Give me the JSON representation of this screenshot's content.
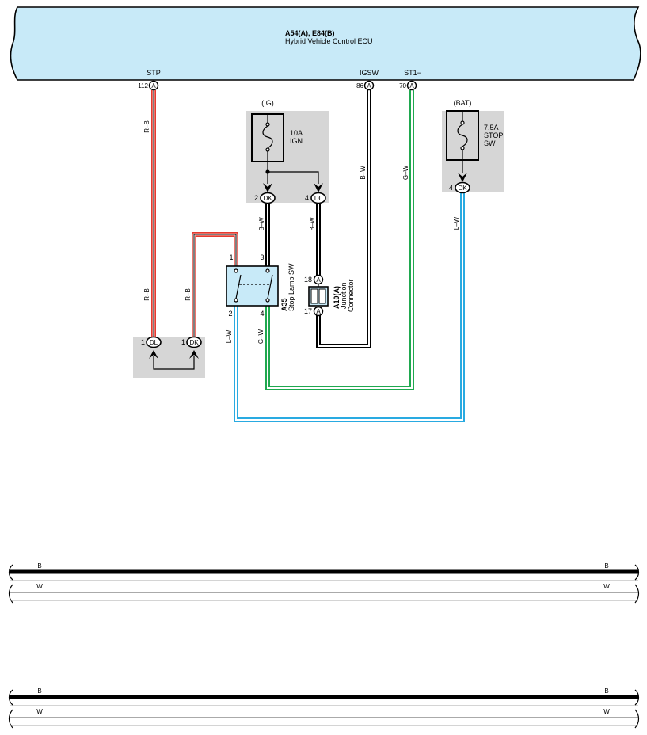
{
  "colors": {
    "ecu_fill": "#c8eaf8",
    "gray_box": "#d6d6d6",
    "red": "#e53a2f",
    "green": "#1fa84f",
    "blue": "#29aae1",
    "black": "#000000"
  },
  "ecu": {
    "code": "A54(A), E84(B)",
    "name": "Hybrid Vehicle Control ECU",
    "pins": [
      {
        "signal": "STP",
        "number": "112",
        "connector": "A"
      },
      {
        "signal": "IGSW",
        "number": "86",
        "connector": "A"
      },
      {
        "signal": "ST1−",
        "number": "70",
        "connector": "A"
      }
    ]
  },
  "fuse_ig": {
    "circuit": "(IG)",
    "rating": "10A",
    "name": "IGN",
    "outputs": [
      {
        "pin": "2",
        "connector": "DK"
      },
      {
        "pin": "4",
        "connector": "DL"
      }
    ]
  },
  "fuse_bat": {
    "circuit": "(BAT)",
    "rating": "7.5A",
    "name_line1": "STOP",
    "name_line2": "SW",
    "output": {
      "pin": "4",
      "connector": "DK"
    }
  },
  "stop_lamp_switch": {
    "code": "A35",
    "name": "Stop Lamp SW",
    "terminals": {
      "t1": "1",
      "t3": "3",
      "t2": "2",
      "t4": "4"
    }
  },
  "junction_connector": {
    "code": "A10(A)",
    "name_line1": "Junction",
    "name_line2": "Connector",
    "pins": [
      {
        "number": "18",
        "connector": "A"
      },
      {
        "number": "17",
        "connector": "A"
      }
    ]
  },
  "splice_block": {
    "connectors": [
      {
        "pin": "1",
        "connector": "DL"
      },
      {
        "pin": "1",
        "connector": "DK"
      }
    ]
  },
  "wire_labels": {
    "stp_upper": "R–B",
    "stp_lower": "R–B",
    "switch_in": "R–B",
    "ig_dk": "B–W",
    "ig_dl": "B–W",
    "igsw": "B–W",
    "st1": "G–W",
    "bat_dk": "L–W",
    "switch_out_2": "L–W",
    "switch_out_4": "G–W"
  },
  "legend": [
    {
      "upper": "B",
      "lower": "W"
    },
    {
      "upper": "B",
      "lower": "W"
    }
  ]
}
